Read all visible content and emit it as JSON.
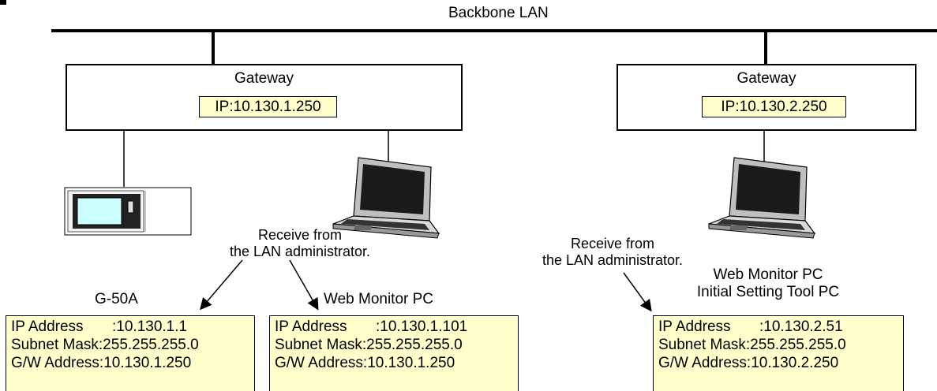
{
  "backbone": {
    "label": "Backbone LAN"
  },
  "gateways": [
    {
      "title": "Gateway",
      "ip": "IP:10.130.1.250"
    },
    {
      "title": "Gateway",
      "ip": "IP:10.130.2.250"
    }
  ],
  "notes": [
    {
      "line1": "Receive from",
      "line2": "the LAN administrator."
    },
    {
      "line1": "Receive from",
      "line2": "the LAN administrator."
    }
  ],
  "devices": {
    "g50a": {
      "label": "G-50A"
    },
    "web_monitor_1": {
      "label": "Web Monitor PC"
    },
    "web_monitor_2": {
      "line1": "Web Monitor PC",
      "line2": "Initial Setting Tool PC"
    }
  },
  "config_boxes": [
    {
      "ip_key": "IP Address",
      "ip_val": ":10.130.1.1",
      "subnet_key": "Subnet Mask",
      "subnet_val": ":255.255.255.0",
      "gw_key": "G/W Address",
      "gw_val": ":10.130.1.250"
    },
    {
      "ip_key": "IP Address",
      "ip_val": ":10.130.1.101",
      "subnet_key": "Subnet Mask",
      "subnet_val": ":255.255.255.0",
      "gw_key": "G/W Address",
      "gw_val": ":10.130.1.250"
    },
    {
      "ip_key": "IP Address",
      "ip_val": ":10.130.2.51",
      "subnet_key": "Subnet Mask",
      "subnet_val": ":255.255.255.0",
      "gw_key": "G/W Address",
      "gw_val": ":10.130.2.250"
    }
  ],
  "colors": {
    "highlight": "#ffffcc",
    "screen": "#ccffff",
    "line": "#000000"
  }
}
